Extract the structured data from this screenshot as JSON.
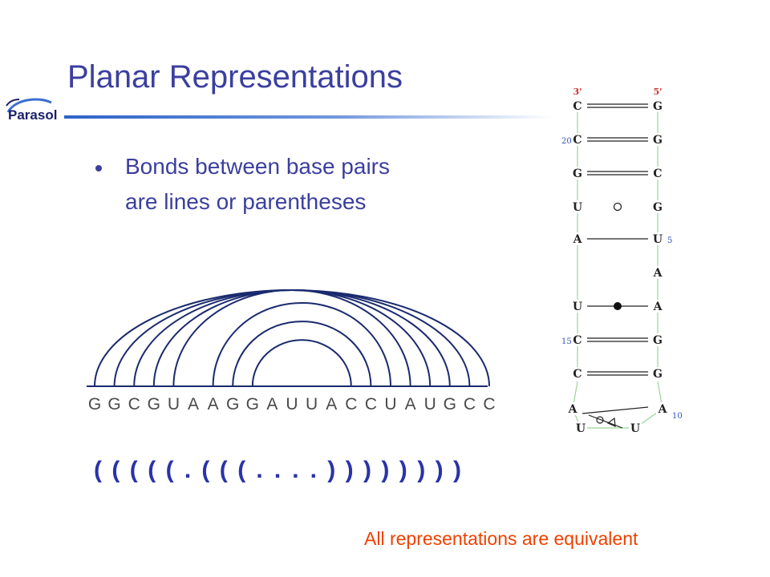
{
  "slide": {
    "title": "Planar Representations",
    "logo_text": "Parasol",
    "bullet": "Bonds between base pairs are lines or parentheses",
    "footer": "All representations are equivalent"
  },
  "arc_diagram": {
    "sequence": [
      "G",
      "G",
      "C",
      "G",
      "U",
      "A",
      "A",
      "G",
      "G",
      "A",
      "U",
      "U",
      "A",
      "C",
      "C",
      "U",
      "A",
      "U",
      "G",
      "C",
      "C"
    ],
    "pairs": [
      [
        1,
        21
      ],
      [
        2,
        20
      ],
      [
        3,
        19
      ],
      [
        4,
        18
      ],
      [
        5,
        17
      ],
      [
        7,
        16
      ],
      [
        8,
        15
      ],
      [
        9,
        14
      ]
    ]
  },
  "dot_bracket": {
    "symbols": [
      "(",
      "(",
      "(",
      "(",
      "(",
      ".",
      "(",
      "(",
      "(",
      ".",
      ".",
      ".",
      ".",
      ")",
      ")",
      ")",
      ")",
      ")",
      ")",
      ")",
      ")"
    ]
  },
  "ladder": {
    "end_labels": {
      "left": "3'",
      "right": "5'"
    },
    "rows": [
      {
        "left": "C",
        "right": "G",
        "bond": "double"
      },
      {
        "left": "C",
        "right": "G",
        "bond": "double"
      },
      {
        "left": "G",
        "right": "C",
        "bond": "double"
      },
      {
        "left": "U",
        "right": "G",
        "bond": "open-circle"
      },
      {
        "left": "A",
        "right": "U",
        "bond": "single"
      },
      {
        "left": "",
        "right": "A",
        "bond": "none"
      },
      {
        "left": "U",
        "right": "A",
        "bond": "filled-circle"
      },
      {
        "left": "C",
        "right": "G",
        "bond": "double"
      },
      {
        "left": "C",
        "right": "G",
        "bond": "double"
      }
    ],
    "loop": {
      "left_a": "A",
      "right_a": "A",
      "left_u": "U",
      "right_u": "U"
    },
    "position_labels": [
      {
        "text": "20",
        "row": 1,
        "side": "left"
      },
      {
        "text": "5",
        "row": 4,
        "side": "right"
      },
      {
        "text": "15",
        "row": 7,
        "side": "left"
      },
      {
        "text": "10",
        "row": "loop",
        "side": "right"
      }
    ],
    "colors": {
      "backbone": "#9ad49a",
      "base_text": "#222222",
      "end_label": "#d03030",
      "position_label": "#3050c0"
    }
  },
  "colors": {
    "title": "#3b3f9e",
    "bullet_text": "#3b3f9e",
    "arc": "#1a2a6e",
    "sequence_text": "#4a4a4a",
    "dot_bracket": "#2a33a8",
    "footer": "#f04000"
  }
}
